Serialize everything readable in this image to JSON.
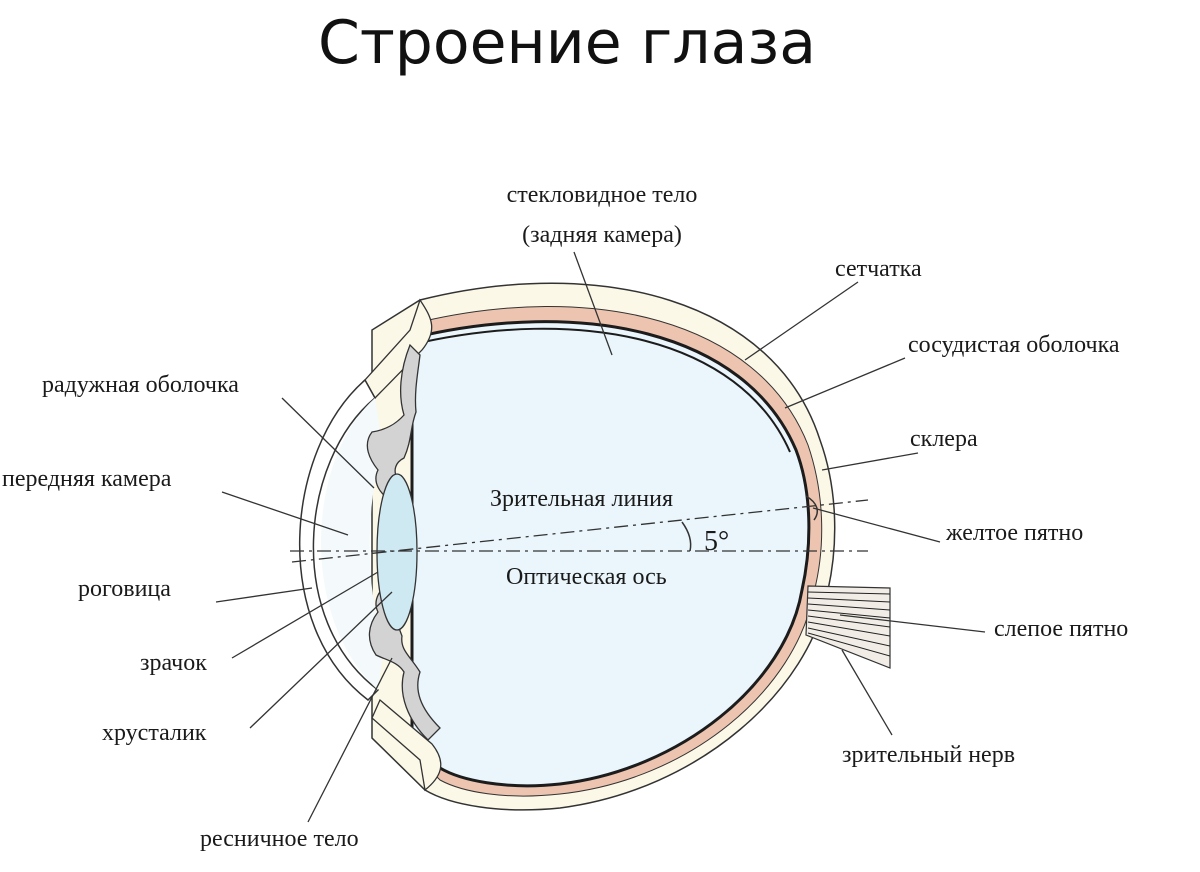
{
  "title": "Строение глаза",
  "labels": {
    "vitreous_1": "стекловидное тело",
    "vitreous_2": "(задняя камера)",
    "retina": "сетчатка",
    "choroid": "сосудистая оболочка",
    "sclera": "склера",
    "iris": "радужная оболочка",
    "anterior_chamber": "передняя камера",
    "visual_line": "Зрительная линия",
    "angle": "5°",
    "optic_axis": "Оптическая ось",
    "macula": "желтое пятно",
    "cornea": "роговица",
    "blind_spot": "слепое пятно",
    "pupil": "зрачок",
    "lens": "хрусталик",
    "optic_nerve": "зрительный нерв",
    "ciliary_body": "ресничное тело"
  },
  "colors": {
    "vitreous": "#eaf6fb",
    "lens": "#cfe9f3",
    "sclera": "#fbf8e8",
    "choroid": "#ecc4b0",
    "retina": "#1c1c1c",
    "iris": "#d3d3d3",
    "outline": "#333333"
  }
}
